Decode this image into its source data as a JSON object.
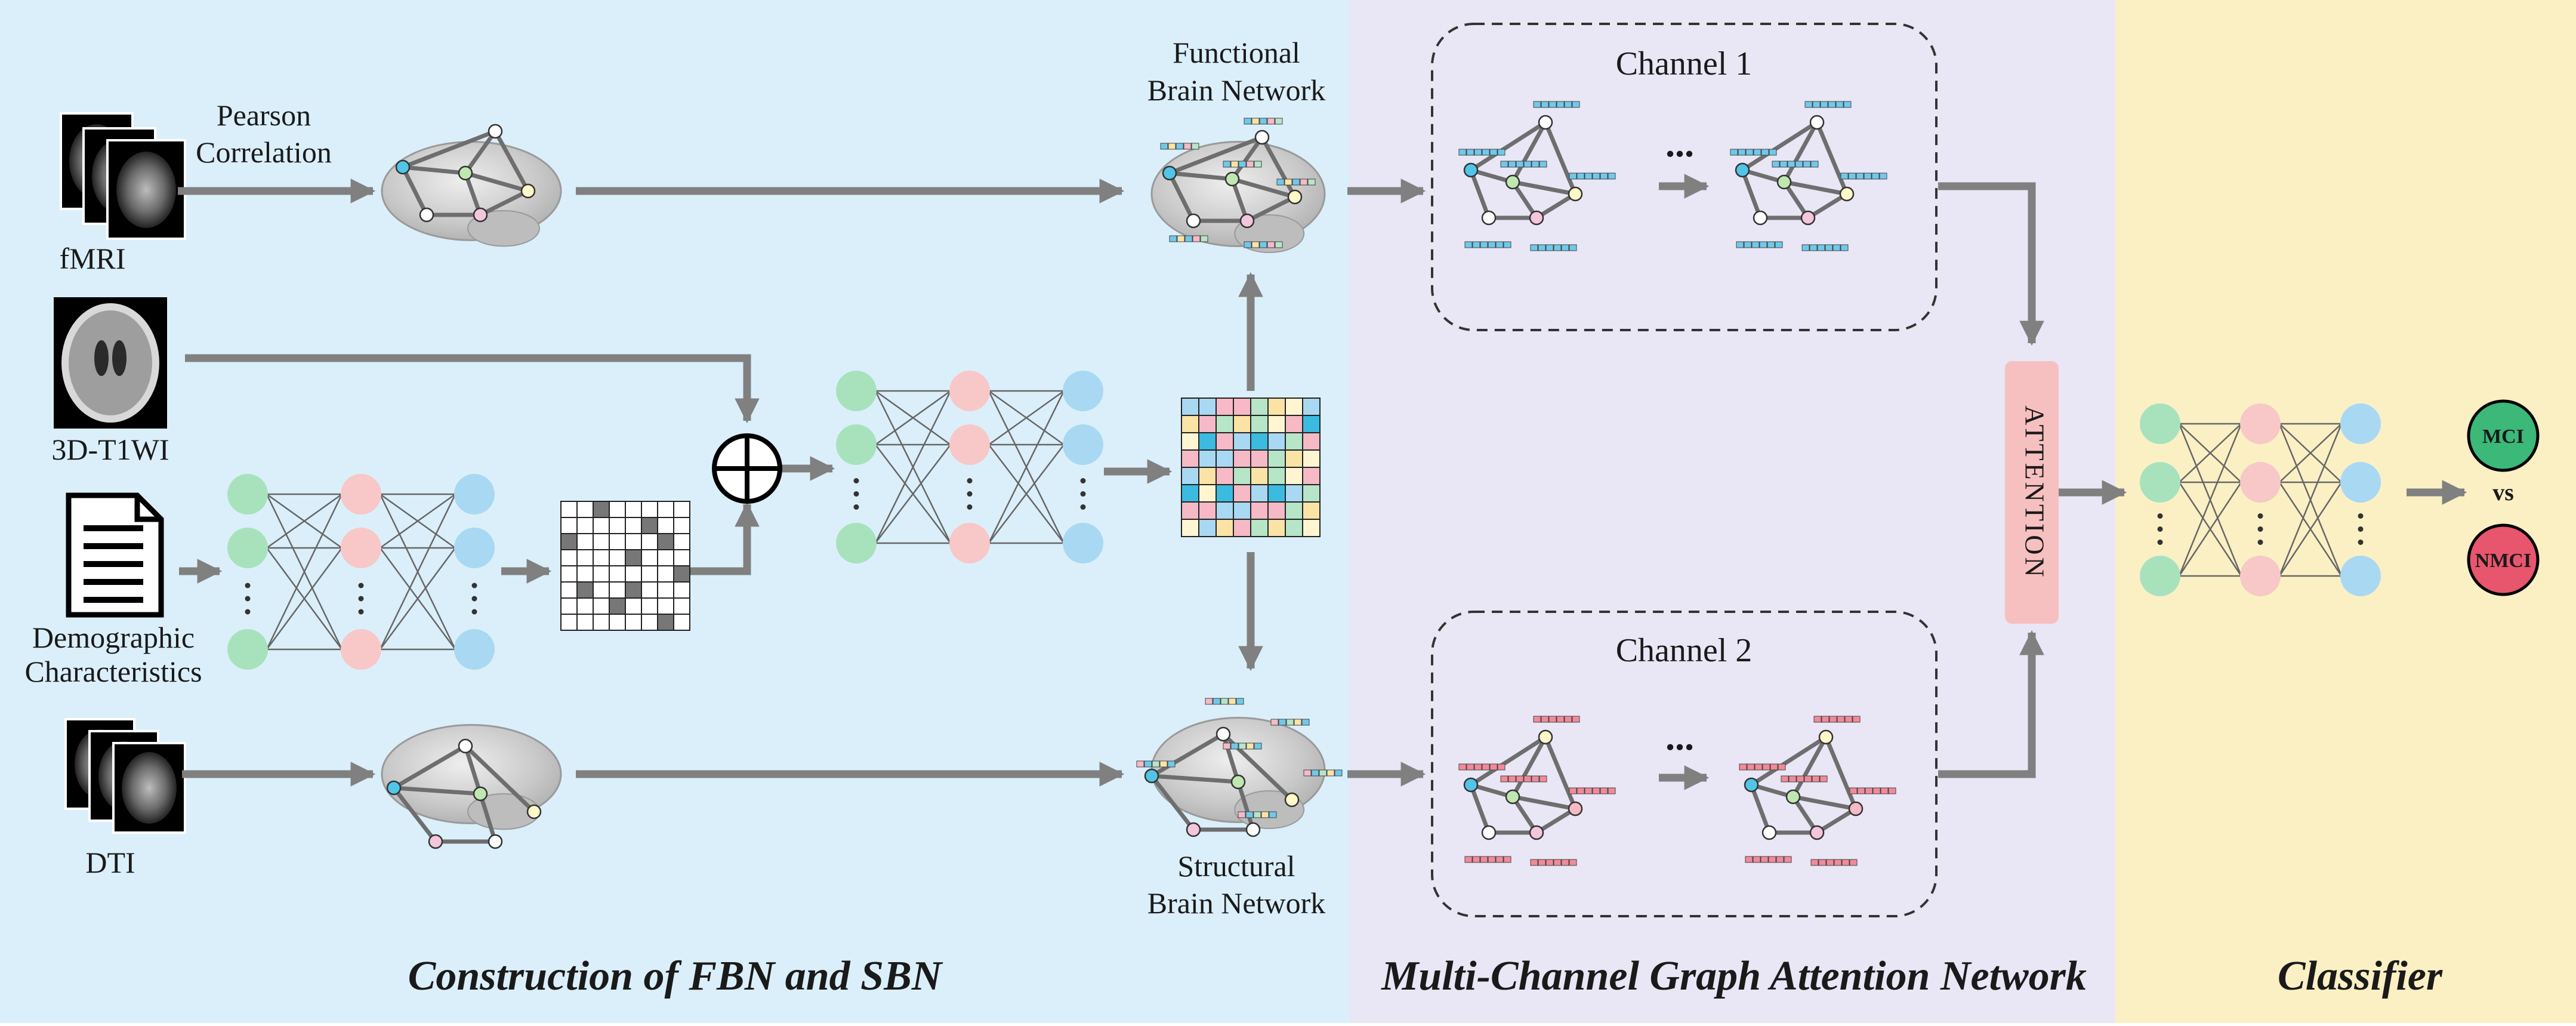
{
  "sections": {
    "construction": "Construction of FBN and SBN",
    "mcgat": "Multi-Channel Graph Attention Network",
    "classifier": "Classifier"
  },
  "inputs": {
    "fmri": "fMRI",
    "t1": "3D-T1WI",
    "demo_line1": "Demographic",
    "demo_line2": "Characteristics",
    "dti": "DTI"
  },
  "labels": {
    "pearson_line1": "Pearson",
    "pearson_line2": "Correlation",
    "fbn_line1": "Functional",
    "fbn_line2": "Brain Network",
    "sbn_line1": "Structural",
    "sbn_line2": "Brain Network"
  },
  "channels": {
    "ch1": "Channel 1",
    "ch2": "Channel 2",
    "ellipsis": "..."
  },
  "attention": "ATTENTION",
  "outputs": {
    "mci": "MCI",
    "vs": "vs",
    "nmci": "NMCI"
  },
  "colors": {
    "construction_bg": "#dbeffa",
    "mcgat_bg": "#e9e6f5",
    "classifier_bg": "#fbf0c4",
    "node_green": "#a7e2bd",
    "node_pink": "#f8c7c7",
    "node_blue": "#a9d8f2",
    "mci": "#3cb878",
    "nmci": "#e8566e",
    "attention_bar": "#f7c0c0",
    "arrow": "#8a8a8a"
  }
}
